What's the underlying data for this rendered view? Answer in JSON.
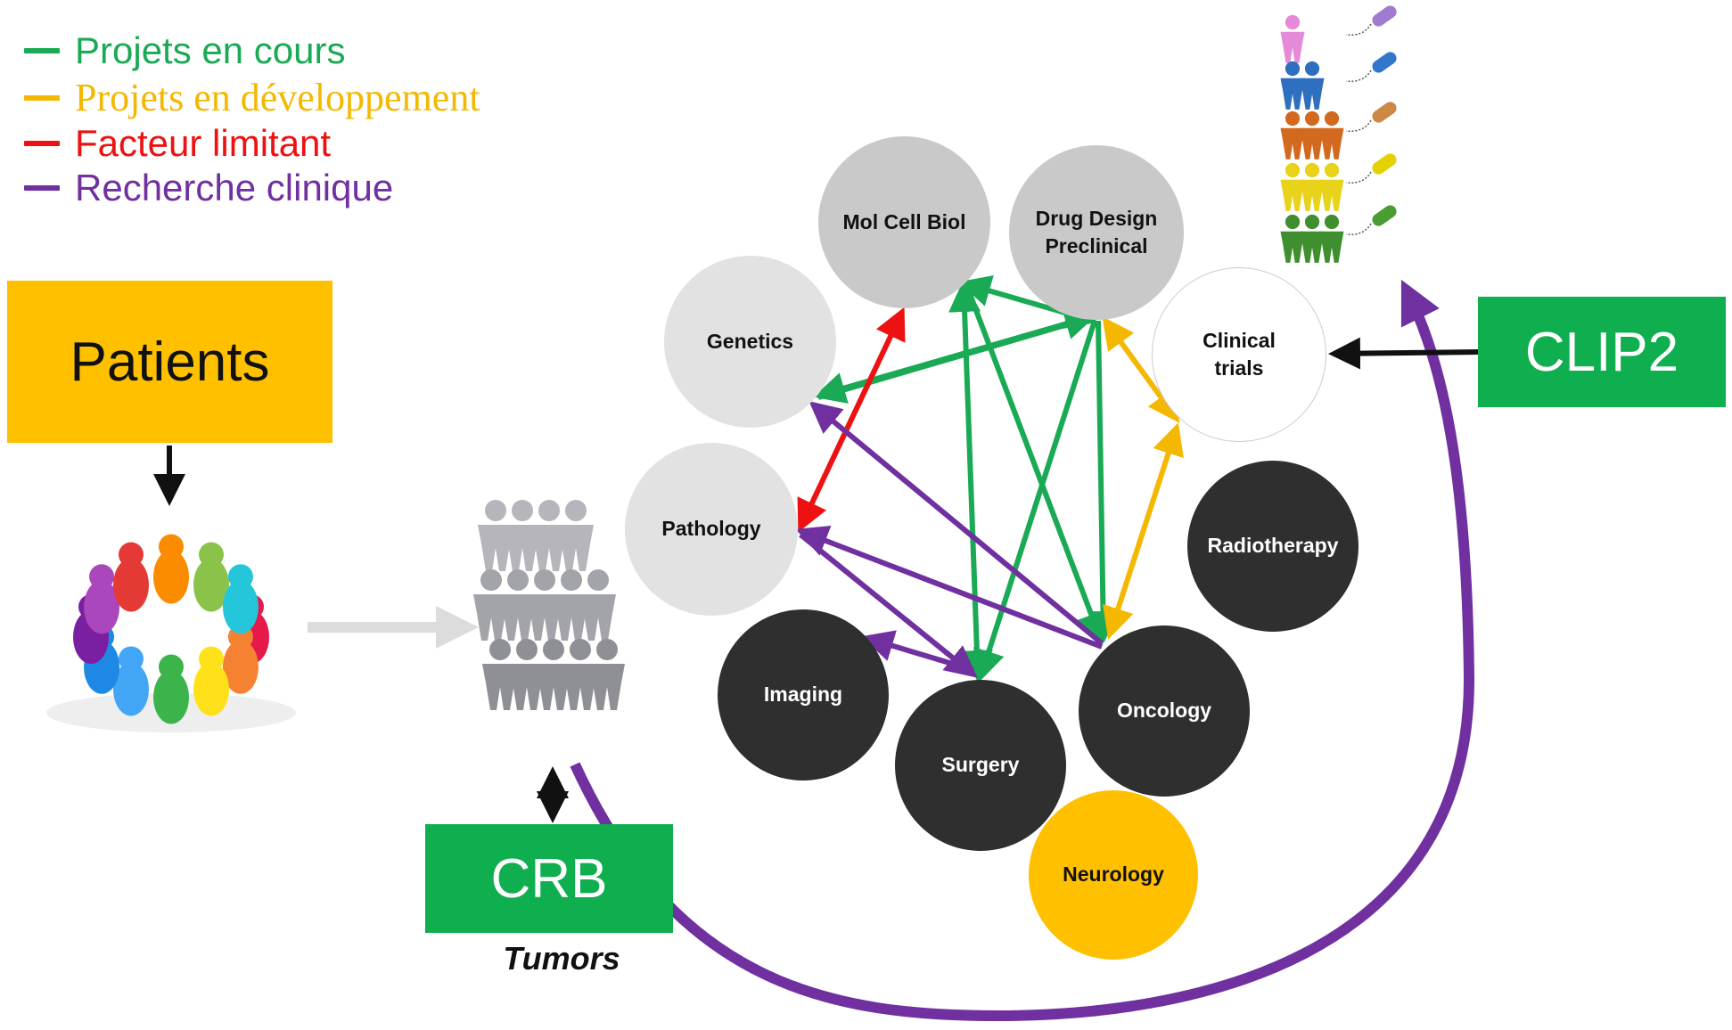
{
  "legend": [
    {
      "label": "Projets en cours",
      "color": "#1aaa55"
    },
    {
      "label": "Projets en développement",
      "color": "#f5b800"
    },
    {
      "label": "Facteur limitant",
      "color": "#ee1111"
    },
    {
      "label": "Recherche clinique",
      "color": "#7030a0"
    }
  ],
  "boxes": {
    "patients": {
      "label": "Patients",
      "color": "#ffc000"
    },
    "crb": {
      "label": "CRB",
      "color": "#0fae4f"
    },
    "clip2": {
      "label": "CLIP2",
      "color": "#0fae4f"
    }
  },
  "tumors_label": "Tumors",
  "nodes": {
    "mol_cell_biol": {
      "label": "Mol Cell Biol",
      "style": "mid-grey"
    },
    "drug_design": {
      "label": "Drug Design\nPreclinical",
      "style": "mid-grey"
    },
    "genetics": {
      "label": "Genetics",
      "style": "light-grey"
    },
    "clinical_trials": {
      "label": "Clinical\ntrials",
      "style": "white"
    },
    "pathology": {
      "label": "Pathology",
      "style": "light-grey"
    },
    "radiotherapy": {
      "label": "Radiotherapy",
      "style": "dark"
    },
    "imaging": {
      "label": "Imaging",
      "style": "dark"
    },
    "oncology": {
      "label": "Oncology",
      "style": "dark"
    },
    "surgery": {
      "label": "Surgery",
      "style": "dark"
    },
    "neurology": {
      "label": "Neurology",
      "style": "yellow"
    }
  },
  "colors": {
    "green": "#1aaa55",
    "yellow": "#f5b800",
    "red": "#ee1111",
    "purple": "#7030a0",
    "dark_node": "#2f2f2f",
    "mid_grey_node": "#c9c9c9",
    "light_grey_node": "#e2e2e2",
    "yellow_node": "#ffc000"
  },
  "icons": {
    "circle_of_people": "people-circle-icon",
    "patient_crowd": "patient-crowd-icon",
    "personalized_medicine": "people-with-pills-icon"
  }
}
